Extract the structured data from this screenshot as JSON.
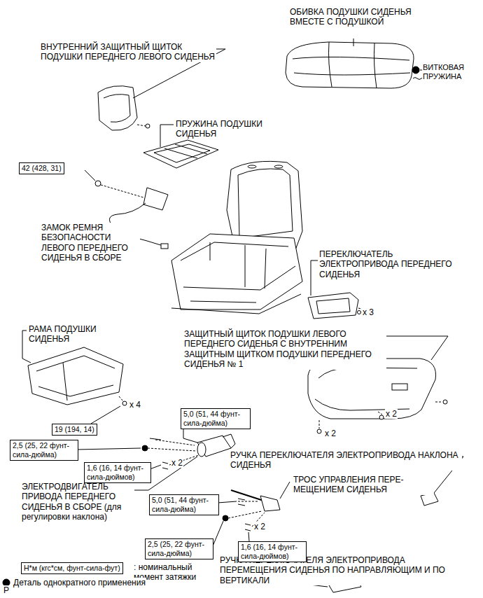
{
  "diagram": {
    "nodes": [
      {
        "text": [
          "42 (428, 31)"
        ]
      },
      {
        "text": [
          "19 (194, 14)"
        ]
      },
      {
        "text": [
          "5,0 (51, 44 фунт-сила-дюйма)"
        ]
      },
      {
        "text": [
          "2,5 (25, 22 фунт-сила-дюйма)"
        ]
      },
      {
        "text": [
          "1,6 (16, 14 фунт-сила-дюймов)"
        ]
      },
      {
        "text": [
          "5,0 (51, 44 фунт-сила-дюйма)"
        ]
      },
      {
        "text": [
          "2,5 (25, 22 фунт-сила-дюйма)"
        ]
      },
      {
        "text": [
          "1,6 (16, 14 фунт-сила-дюймов)"
        ]
      },
      {
        "text": [
          "Н*м (кгс*см, фунт-сила-фут)"
        ]
      }
    ],
    "labels": [
      "ОБИВКА ПОДУШКИ СИДЕНЬЯ ВМЕСТЕ С ПОДУШКОЙ",
      "ВИТКОВАЯ ПРУЖИНА",
      "ВНУТРЕННИЙ ЗАЩИТНЫЙ ЩИТОК ПОДУШКИ ПЕРЕДНЕГО ЛЕВОГО СИДЕНЬЯ",
      "ПРУЖИНА ПОДУШКИ СИДЕНЬЯ",
      "ЗАМОК РЕМНЯ БЕЗОПАСНОСТИ ЛЕВОГО ПЕРЕДНЕГО СИДЕНЬЯ В СБОРЕ",
      "ПЕРЕКЛЮЧАТЕЛЬ ЭЛЕКТРОПРИВОДА ПЕРЕДНЕГО СИДЕНЬЯ",
      "x 3",
      "РАМА ПОДУШКИ СИДЕНЬЯ",
      "ЗАЩИТНЫЙ ЩИТОК ПОДУШКИ ЛЕВОГО ПЕРЕДНЕГО СИДЕНЬЯ С ВНУТРЕННИМ ЗАЩИТНЫМ ЩИТКОМ ПОДУШКИ ПЕРЕДНЕГО СИДЕНЬЯ № 1",
      "x 4",
      "x 2",
      "x 2",
      "x 2",
      "ЭЛЕКТРОДВИГАТЕЛЬ ПРИВОДА ПЕРЕДНЕГО СИДЕНЬЯ В СБОРЕ (для регулировки наклона)",
      "РУЧКА ПЕРЕКЛЮЧАТЕЛЯ ЭЛЕКТРОПРИВОДА НАКЛОНА СИДЕНЬЯ",
      "ТРОС УПРАВЛЕНИЯ ПЕРЕ- МЕЩЕНИЕМ СИДЕНЬЯ",
      "x 2",
      "РУЧКА ПЕРЕКЛЮЧАТЕЛЯ ЭЛЕКТРОПРИВОДА ПЕРЕМЕЩЕНИЯ СИДЕНЬЯ ПО НАПРАВЛЯЮЩИМ И ПО ВЕРТИКАЛИ",
      "P"
    ],
    "legend": [
      {
        "text": ": номинальный момент затяжки"
      },
      {
        "text": "Деталь однократного применения"
      }
    ]
  }
}
